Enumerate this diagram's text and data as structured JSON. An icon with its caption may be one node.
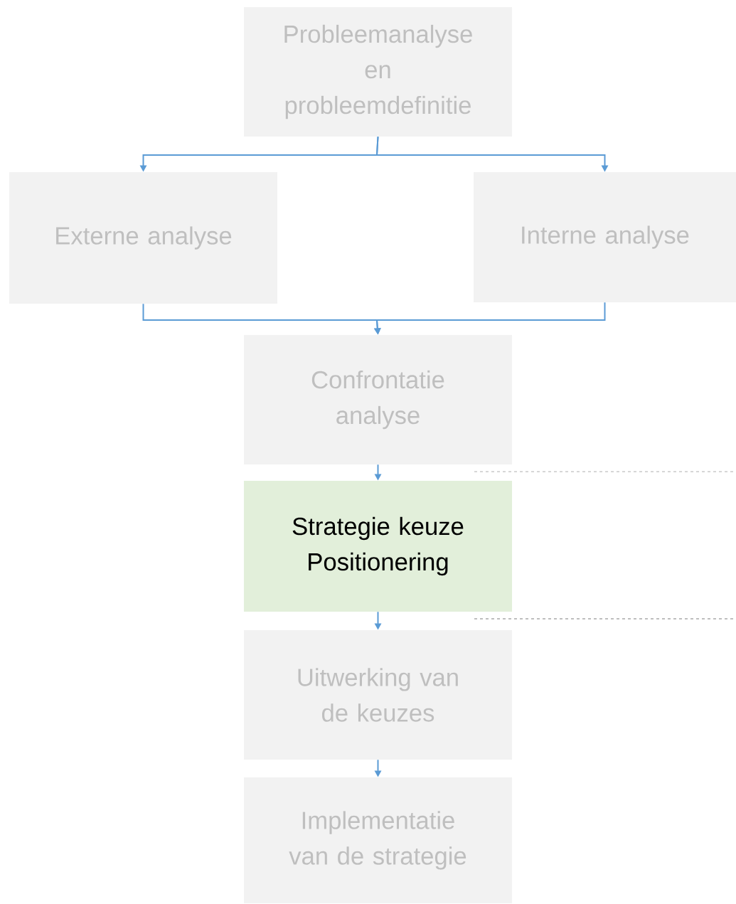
{
  "diagram": {
    "nodes": [
      {
        "text": [
          "Probleemanalyse en probleemdefinitie"
        ]
      },
      {
        "text": [
          "Externe analyse"
        ]
      },
      {
        "text": [
          "Interne analyse"
        ]
      },
      {
        "text": [
          "Confrontatie analyse"
        ]
      },
      {
        "text": [
          "Strategie keuze Positionering"
        ]
      },
      {
        "text": [
          "Uitwerking van de keuzes"
        ]
      },
      {
        "text": [
          "Implementatie van de strategie"
        ]
      }
    ],
    "edges": [
      {
        "from": 0,
        "to": 1,
        "arrow": "to"
      },
      {
        "from": 0,
        "to": 2,
        "arrow": "to"
      },
      {
        "from": 1,
        "to": 3,
        "arrow": "to"
      },
      {
        "from": 2,
        "to": 3,
        "arrow": "to"
      },
      {
        "from": 3,
        "to": 4,
        "arrow": "to"
      },
      {
        "from": 4,
        "to": 5,
        "arrow": "to"
      },
      {
        "from": 5,
        "to": 6,
        "arrow": "to"
      }
    ]
  }
}
